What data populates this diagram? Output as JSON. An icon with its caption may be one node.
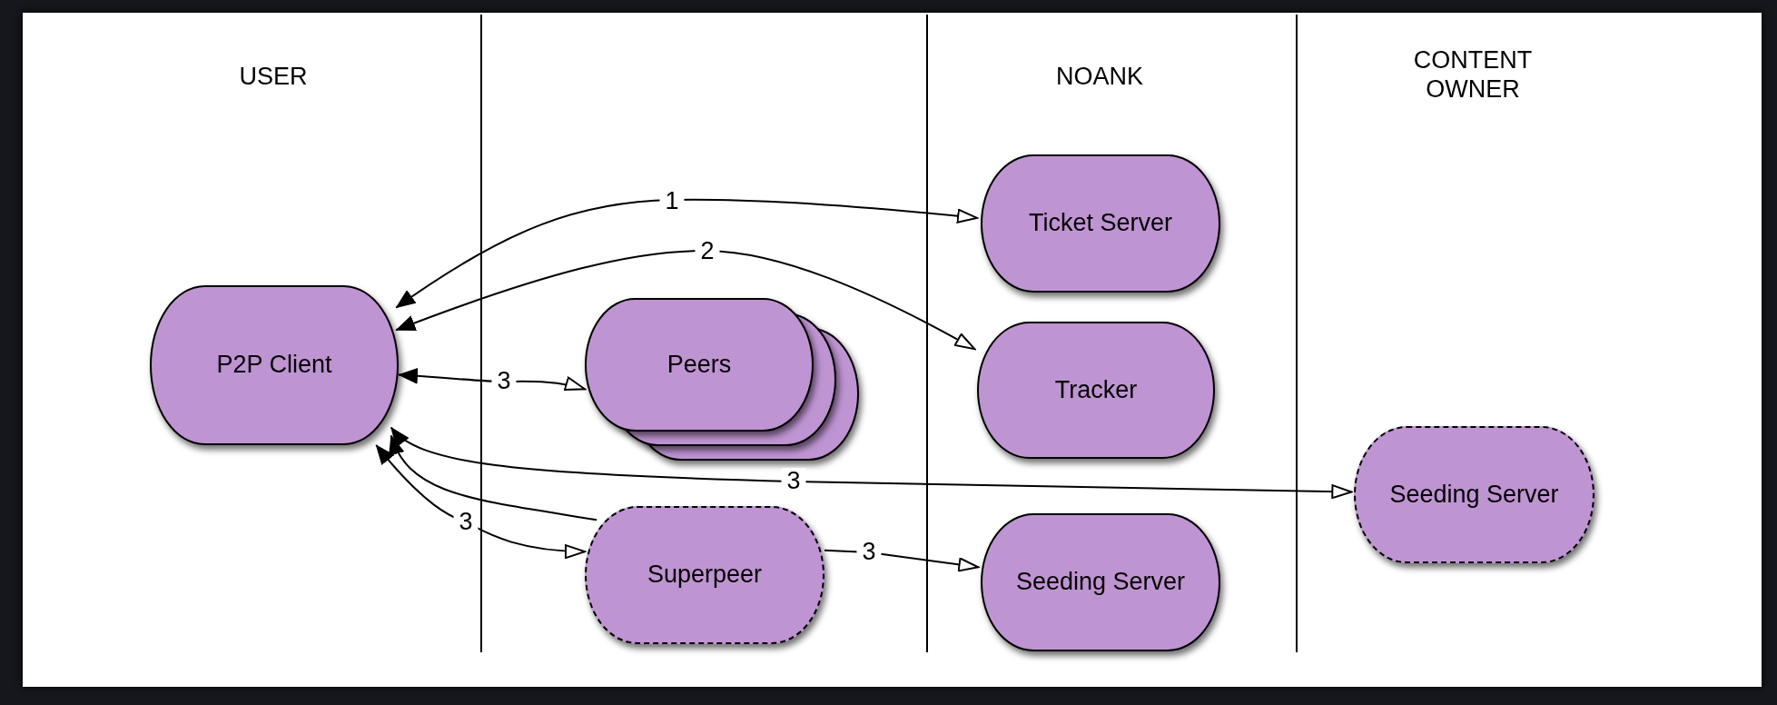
{
  "diagram": {
    "nodes": [
      {
        "text": [
          "P2P Client"
        ]
      },
      {
        "text": [
          "Ticket Server"
        ]
      },
      {
        "text": [
          "Tracker"
        ]
      },
      {
        "text": [
          "Peers"
        ]
      },
      {
        "text": [
          "Superpeer"
        ]
      },
      {
        "text": [
          "Seeding Server"
        ]
      },
      {
        "text": [
          "Seeding Server"
        ]
      }
    ],
    "edges": [
      {
        "from": 0,
        "to": 1,
        "arrow": "both",
        "label": "1"
      },
      {
        "from": 0,
        "to": 2,
        "arrow": "both",
        "label": "2"
      },
      {
        "from": 0,
        "to": 3,
        "arrow": "both",
        "label": "3"
      },
      {
        "from": 0,
        "to": 6,
        "arrow": "both",
        "label": "3"
      },
      {
        "from": 4,
        "to": 0,
        "arrow": "to"
      },
      {
        "from": 0,
        "to": 4,
        "arrow": "both",
        "label": "3"
      },
      {
        "from": 4,
        "to": 5,
        "arrow": "to",
        "label": "3"
      }
    ],
    "labels": [
      "USER",
      "NOANK",
      "CONTENT OWNER"
    ]
  }
}
